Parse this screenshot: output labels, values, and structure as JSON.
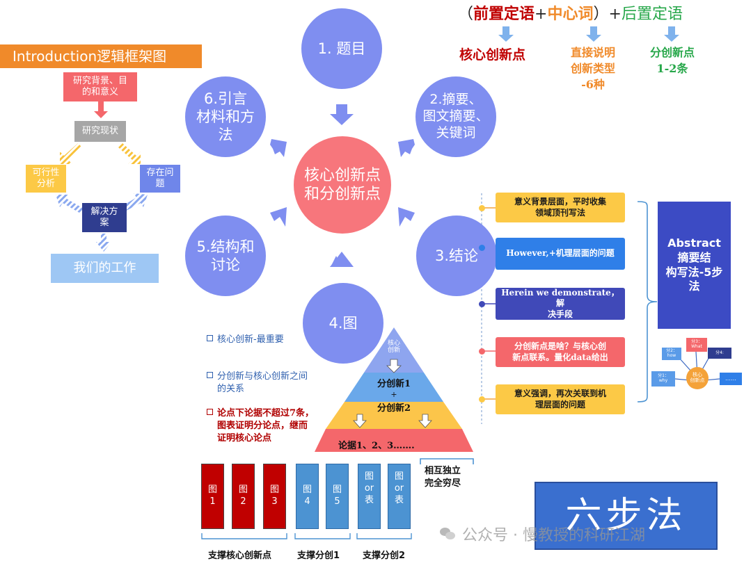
{
  "formula": {
    "open_paren": "（",
    "part1": "前置定语",
    "plus1": "+",
    "part2": "中心词",
    "close_paren": "）",
    "plus2": "+",
    "part3": "后置定语",
    "label1": "核心创新点",
    "label2_l1": "直接说明",
    "label2_l2": "创新类型",
    "label2_l3": "-6种",
    "label3_l1": "分创新点",
    "label3_l2": "1-2条"
  },
  "intro": {
    "title": "Introduction逻辑框架图",
    "background_l1": "研究背景、目",
    "background_l2": "的和意义",
    "status": "研究现状",
    "feasibility_l1": "可行性",
    "feasibility_l2": "分析",
    "problems_l1": "存在问",
    "problems_l2": "题",
    "solution_l1": "解决方",
    "solution_l2": "案",
    "our_work": "我们的工作"
  },
  "hub": {
    "center_l1": "核心创新点",
    "center_l2": "和分创新点",
    "c1": "1. 题目",
    "c2_l1": "2.摘要、",
    "c2_l2": "图文摘要、",
    "c2_l3": "关键词",
    "c3": "3.结论",
    "c4": "4.图",
    "c5_l1": "5.结构和",
    "c5_l2": "讨论",
    "c6_l1": "6.引言",
    "c6_l2": "材料和方",
    "c6_l3": "法"
  },
  "abstract": {
    "items": [
      {
        "l1": "意义背景层面，平时收集",
        "l2": "领域顶刊写法"
      },
      {
        "l1": "However,+机理层面的问题",
        "l2": ""
      },
      {
        "l1": "Herein we demonstrate，解",
        "l2": "决手段"
      },
      {
        "l1": "分创新点是啥？与核心创",
        "l2": "新点联系。量化data给出"
      },
      {
        "l1": "意义强调，再次关联到机",
        "l2": "理层面的问题"
      }
    ],
    "title_l1": "Abstract",
    "title_l2": "摘要结",
    "title_l3": "构写法-5步",
    "title_l4": "法",
    "mini": {
      "center_l1": "核心",
      "center_l2": "创新点",
      "n1_l1": "分2：",
      "n1_l2": "how",
      "n2_l1": "分3：",
      "n2_l2": "What",
      "n3": "分4:",
      "n4_l1": "分1：",
      "n4_l2": "why",
      "n5": "……"
    }
  },
  "figure": {
    "bullet1": "核心创新-最重要",
    "bullet2_l1": "分创新与核心创新之间",
    "bullet2_l2": "的关系",
    "bullet3_l1": "论点下论据不超过7条，",
    "bullet3_l2": "图表证明分论点，继而",
    "bullet3_l3": "证明核心论点",
    "pyr_top_l1": "核心",
    "pyr_top_l2": "创新",
    "pyr_mid1": "分创新1",
    "pyr_plus": "+",
    "pyr_mid2": "分创新2",
    "pyr_bottom": "论据1、2、3…….",
    "mece_l1": "相互独立",
    "mece_l2": "完全穷尽",
    "figs": [
      {
        "l1": "图",
        "l2": "1",
        "l3": ""
      },
      {
        "l1": "图",
        "l2": "2",
        "l3": ""
      },
      {
        "l1": "图",
        "l2": "3",
        "l3": ""
      },
      {
        "l1": "图",
        "l2": "4",
        "l3": ""
      },
      {
        "l1": "图",
        "l2": "5",
        "l3": ""
      },
      {
        "l1": "图",
        "l2": "or",
        "l3": "表"
      },
      {
        "l1": "图",
        "l2": "or",
        "l3": "表"
      }
    ],
    "label_core": "支撑核心创新点",
    "label_sub1": "支撑分创1",
    "label_sub2": "支撑分创2"
  },
  "badge": "六步法",
  "watermark": "公众号 · 慢教授的科研江湖",
  "colors": {
    "circle": "#7f8ef0",
    "center": "#f7767c",
    "orange": "#f4a239",
    "yellow": "#fcc946",
    "blue": "#2f7fe8",
    "navy": "#4049b8",
    "red_box": "#f4676b",
    "fig_red": "#c00000",
    "fig_blue": "#4c93d2",
    "badge": "#3a6fcf"
  }
}
